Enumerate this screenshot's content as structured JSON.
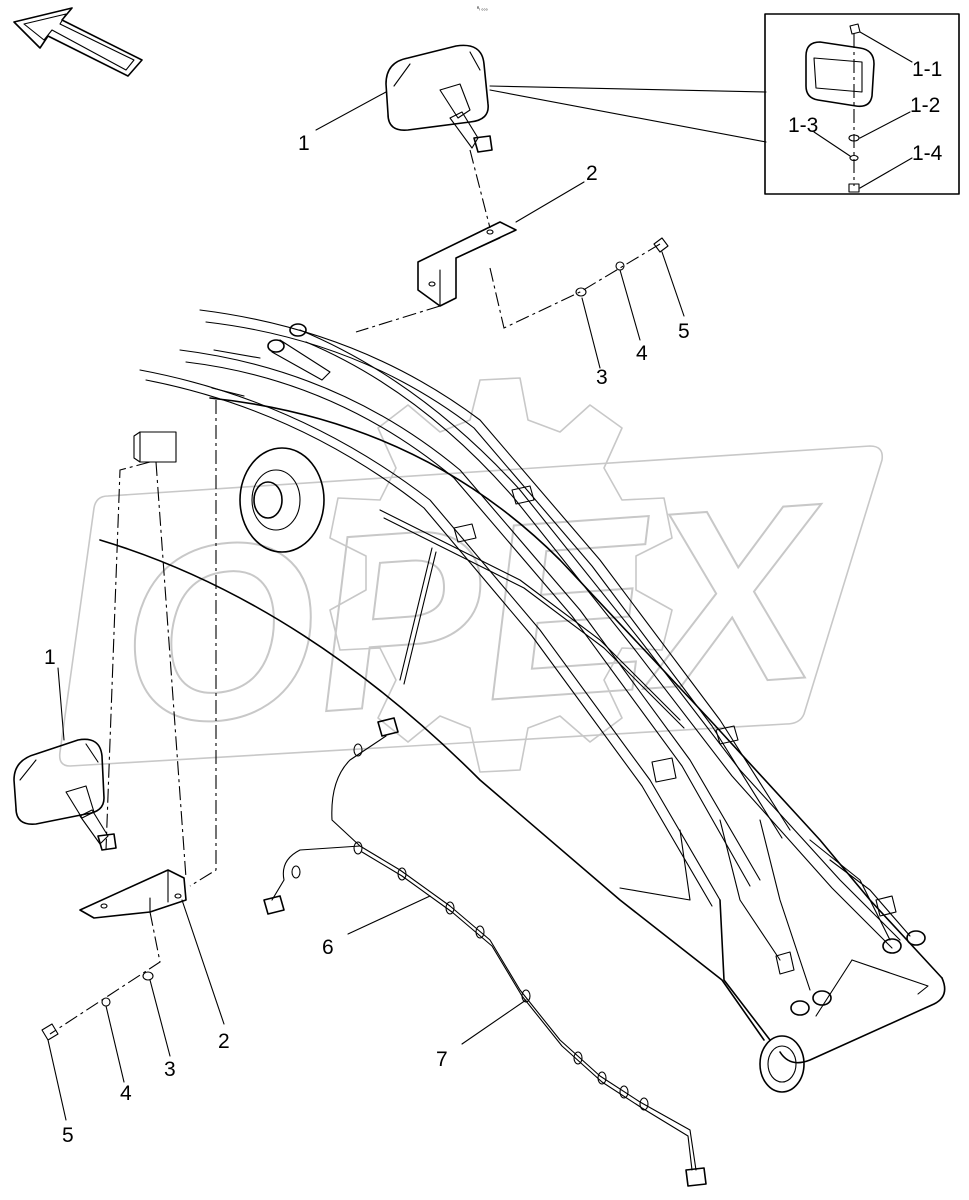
{
  "watermark": {
    "text": "OPEX"
  },
  "header": {
    "tiny_text": "ᴿᵢ ₀₀₀"
  },
  "callouts": {
    "c1_top": "1",
    "c2_top": "2",
    "c3_top": "3",
    "c4_top": "4",
    "c5_top": "5",
    "c1_1": "1-1",
    "c1_2": "1-2",
    "c1_3": "1-3",
    "c1_4": "1-4",
    "c1_left": "1",
    "c2_bottom": "2",
    "c3_bottom": "3",
    "c4_bottom": "4",
    "c5_bottom": "5",
    "c6": "6",
    "c7": "7"
  }
}
